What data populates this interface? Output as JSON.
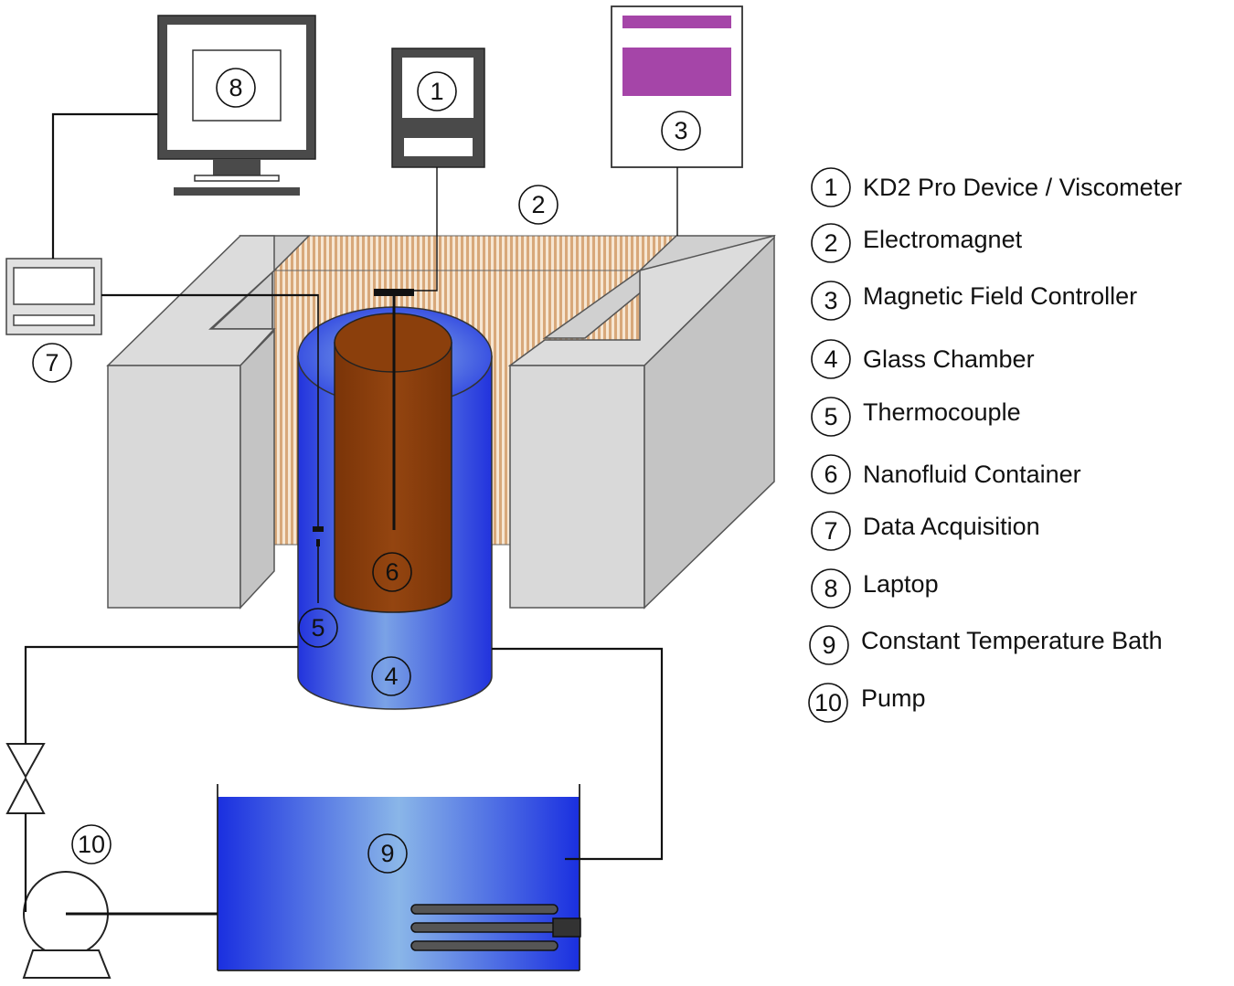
{
  "colors": {
    "coil_stripe_a": "#d8a87a",
    "coil_stripe_b": "#f6e6d2",
    "block": "#d9d9d9",
    "block_side": "#c4c4c4",
    "chamber_blue": "#2a3fe0",
    "chamber_light": "#8ab2e8",
    "nanofluid": "#8b3f0c",
    "controller_screen": "#a545a8",
    "device_dark": "#4a4a4a"
  },
  "components": [
    {
      "number": "1",
      "label": "KD2 Pro Device / Viscometer"
    },
    {
      "number": "2",
      "label": "Electromagnet"
    },
    {
      "number": "3",
      "label": "Magnetic Field Controller"
    },
    {
      "number": "4",
      "label": "Glass Chamber"
    },
    {
      "number": "5",
      "label": "Thermocouple"
    },
    {
      "number": "6",
      "label": "Nanofluid Container"
    },
    {
      "number": "7",
      "label": "Data Acquisition"
    },
    {
      "number": "8",
      "label": "Laptop"
    },
    {
      "number": "9",
      "label": "Constant Temperature Bath"
    },
    {
      "number": "10",
      "label": "Pump"
    }
  ]
}
